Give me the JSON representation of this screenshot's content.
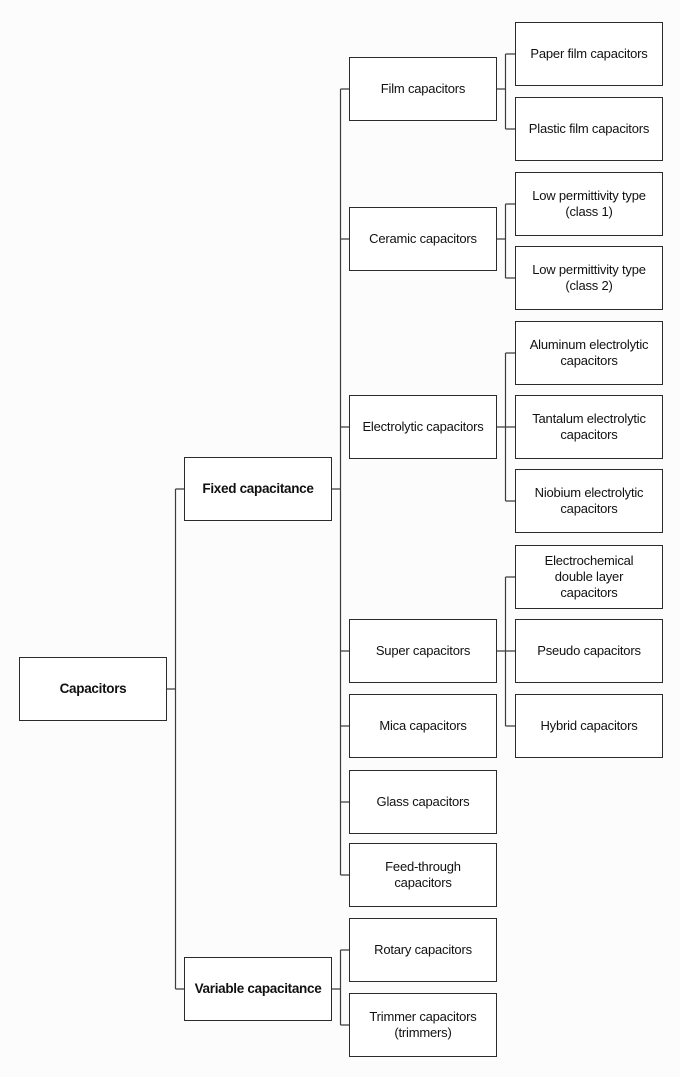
{
  "diagram": {
    "type": "tree",
    "orientation": "left-to-right",
    "colors": {
      "background": "#fcfcfc",
      "box_fill": "#ffffff",
      "box_border": "#2b2b2b",
      "connector_line": "#3c3c3c",
      "text": "#111111"
    }
  },
  "tree": {
    "root": {
      "label": "Capacitors"
    },
    "branches": [
      {
        "label": "Fixed capacitance",
        "children": [
          {
            "label": "Film capacitors",
            "children": [
              {
                "label": "Paper film capacitors"
              },
              {
                "label": "Plastic film capacitors"
              }
            ]
          },
          {
            "label": "Ceramic capacitors",
            "children": [
              {
                "label": "Low permittivity type\n(class 1)"
              },
              {
                "label": "Low permittivity type\n(class 2)"
              }
            ]
          },
          {
            "label": "Electrolytic capacitors",
            "children": [
              {
                "label": "Aluminum electrolytic\ncapacitors"
              },
              {
                "label": "Tantalum electrolytic\ncapacitors"
              },
              {
                "label": "Niobium electrolytic\ncapacitors"
              }
            ]
          },
          {
            "label": "Super capacitors",
            "children": [
              {
                "label": "Electrochemical\ndouble layer\ncapacitors"
              },
              {
                "label": "Pseudo capacitors"
              },
              {
                "label": "Hybrid capacitors"
              }
            ]
          },
          {
            "label": "Mica capacitors"
          },
          {
            "label": "Glass capacitors"
          },
          {
            "label": "Feed-through\ncapacitors"
          }
        ]
      },
      {
        "label": "Variable capacitance",
        "children": [
          {
            "label": "Rotary capacitors"
          },
          {
            "label": "Trimmer capacitors\n(trimmers)"
          }
        ]
      }
    ]
  }
}
